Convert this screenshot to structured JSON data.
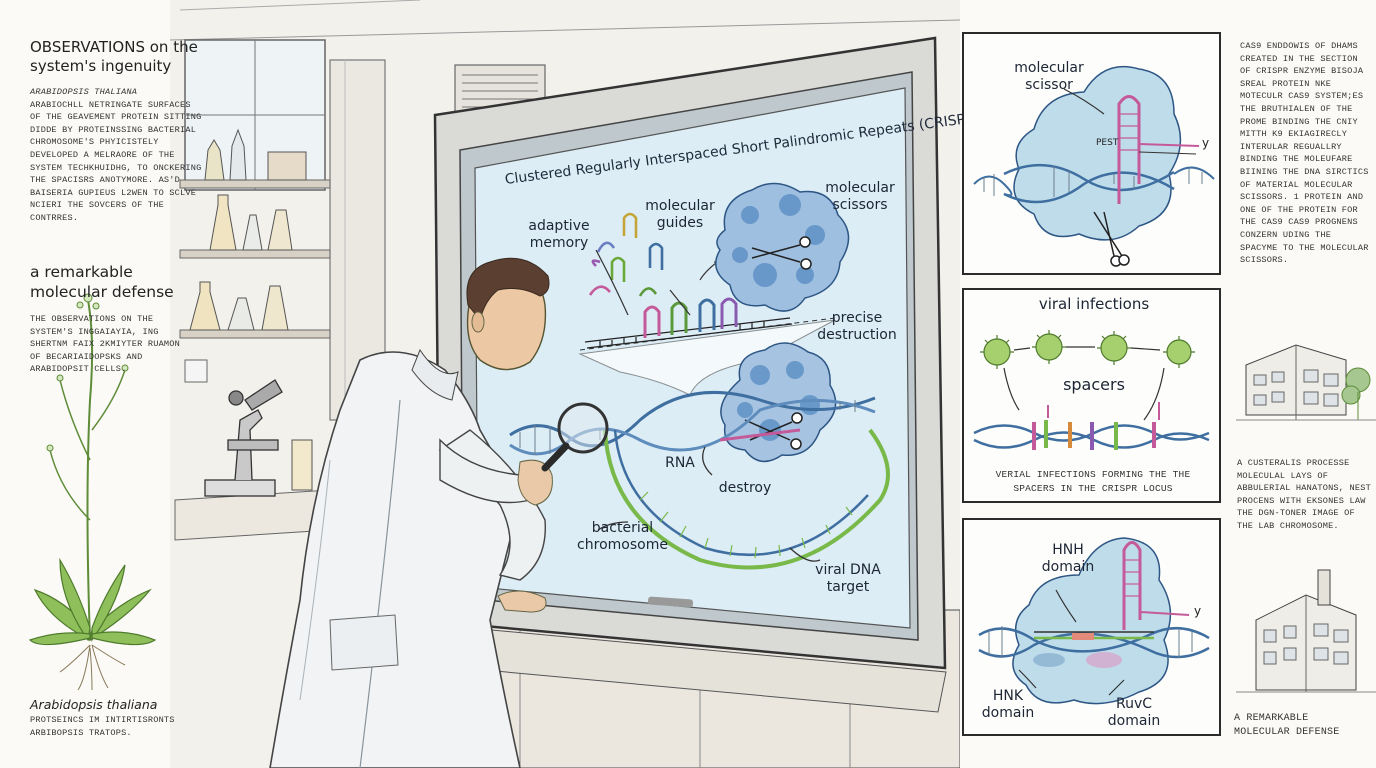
{
  "left_notes": {
    "observations_title": "OBSERVATIONS on the system's ingenuity",
    "observations_italic": "ARABIDOPSIS THALIANA",
    "observations_text": "ARABIOCHLL NETRINGATE SURFACES OF THE GEAVEMENT PROTEIN SITTING DIDDE BY PROTEINSSING BACTERIAL CHROMOSOME'S PHYICISTELY DEVELOPED A MELRAORE OF THE SYSTEM TECHKHUIDHG, TO ONCKERING THE SPACISRS ANOTYMORE. AS'D BAISERIA GUPIEUS L2WEN TO SCLVE NCIERI THE SOVCERS OF THE CONTRRES.",
    "remarkable_title": "a remarkable molecular defense",
    "remarkable_text": "THE OBSERVATIONS ON THE SYSTEM'S INGGAIAYIA, ING SHERTNM FAIX 2KMIYTER RUAMON OF BECARIAIDOPSKS AND ARABIDOPSIT CELLS.",
    "plant_title": "Arabidopsis thaliana",
    "plant_text": "PROTSEINCS IM INTIRTISRONTS ARBIBOPSIS TRATOPS."
  },
  "screen": {
    "title": "Clustered Regularly Interspaced Short Palindromic Repeats (CRISPR)",
    "labels": {
      "adaptive_memory": "adaptive memory",
      "molecular_guides": "molecular guides",
      "molecular_scissors": "molecular scissors",
      "precise_destruction": "precise destruction",
      "rna": "RNA",
      "destroy": "destroy",
      "bacterial_chromosome": "bacterial chromosome",
      "viral_dna_target": "viral DNA target"
    }
  },
  "panels": {
    "scissor": {
      "label": "molecular scissor",
      "pest": "PEST",
      "y": "y"
    },
    "viral": {
      "title": "viral infections",
      "spacers": "spacers",
      "caption": "VERIAL INFECTIONS FORMING THE THE SPACERS IN THE CRISPR LOCUS"
    },
    "domains": {
      "hnh": "HNH domain",
      "hnk": "HNK domain",
      "ruvc": "RuvC domain",
      "y": "y"
    }
  },
  "right_notes": {
    "note1": "CAS9 ENDDOWIS OF DHAMS CREATED IN THE SECTION OF CRISPR ENZYME BISOJA SREAL PROTEIN NKE MOTECULR CAS9 SYSTEM;ES THE BRUTHIALEN OF THE PROME BINDING THE CNIY MITTH K9 EKIAGIRECLY INTERULAR REGUALLRY BINDING THE MOLEUFARE BIINING THE DNA SIRCTICS OF MATERIAL MOLECULAR SCISSORS. 1 PROTEIN AND ONE OF THE PROTEIN FOR THE CAS9 CAS9 PROGNENS CONZERN UDING THE SPACYME TO THE MOLECULAR SCISSORS.",
    "note2": "A CUSTERALIS PROCESSE MOLECULAL LAYS OF ABBULERIAL HANATONS, NEST PROCENS WITH EKSONES LAW THE DGN-TONER IMAGE OF THE LAB CHROMOSOME.",
    "note3": "A REMARKABLE MOLECULAR DEFENSE"
  },
  "colors": {
    "ink": "#2b2b2b",
    "screen_glow": "#dcedf6",
    "dna_blue": "#3f6fa0",
    "dna_green": "#79b94a",
    "protein_blue": "#5b8fc4",
    "virus_green": "#6fa83c",
    "coat_white": "#f1f3f4"
  }
}
